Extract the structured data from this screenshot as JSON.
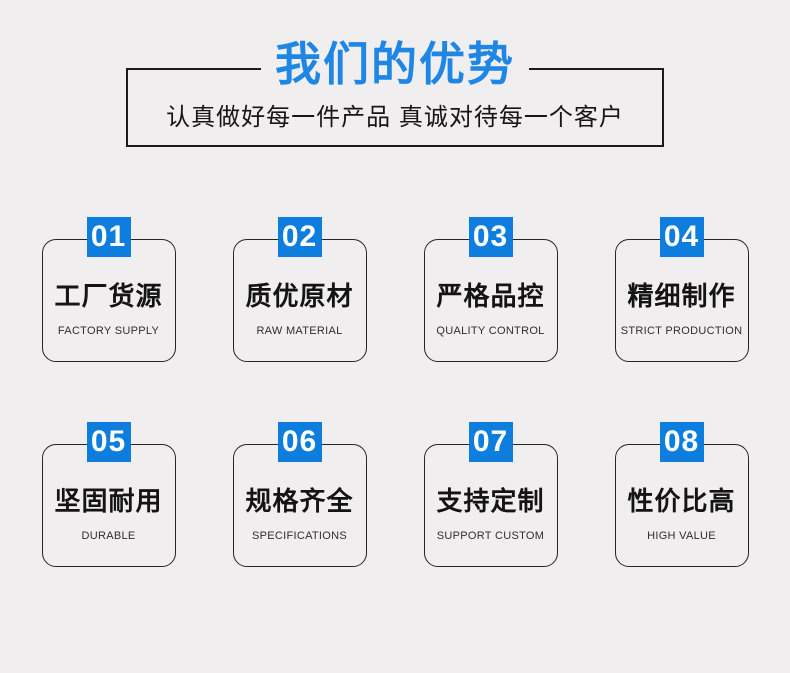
{
  "colors": {
    "background": "#f0eeee",
    "title_blue": "#1e86e4",
    "badge_blue": "#0d7edd",
    "border_dark": "#1b1b1b"
  },
  "header": {
    "title": "我们的优势",
    "subtitle": "认真做好每一件产品 真诚对待每一个客户"
  },
  "cards": [
    {
      "number": "01",
      "title": "工厂货源",
      "subtitle": "FACTORY SUPPLY"
    },
    {
      "number": "02",
      "title": "质优原材",
      "subtitle": "RAW MATERIAL"
    },
    {
      "number": "03",
      "title": "严格品控",
      "subtitle": "QUALITY CONTROL"
    },
    {
      "number": "04",
      "title": "精细制作",
      "subtitle": "STRICT PRODUCTION"
    },
    {
      "number": "05",
      "title": "坚固耐用",
      "subtitle": "DURABLE"
    },
    {
      "number": "06",
      "title": "规格齐全",
      "subtitle": "SPECIFICATIONS"
    },
    {
      "number": "07",
      "title": "支持定制",
      "subtitle": "SUPPORT CUSTOM"
    },
    {
      "number": "08",
      "title": "性价比高",
      "subtitle": "HIGH VALUE"
    }
  ]
}
